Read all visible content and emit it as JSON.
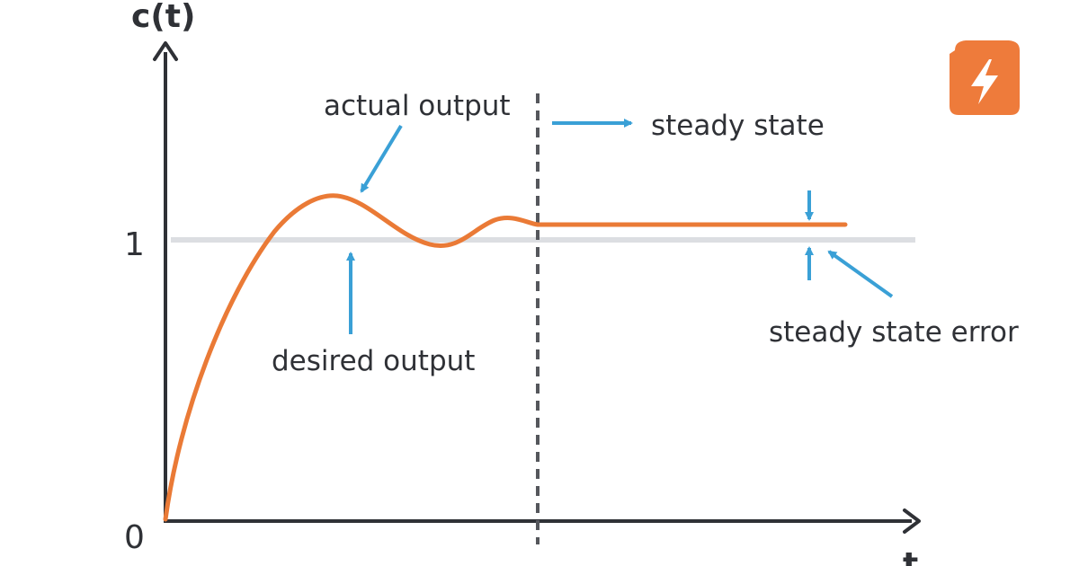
{
  "diagram": {
    "y_axis_label": "c(t)",
    "x_axis_label": "t",
    "tick_one": "1",
    "tick_zero": "0",
    "annotations": {
      "actual_output": "actual output",
      "desired_output": "desired output",
      "steady_state": "steady state",
      "steady_state_error": "steady state error"
    },
    "logo_icon": "lightning-bolt-icon",
    "colors": {
      "response_curve": "#ea7a36",
      "desired_line": "#dcdee2",
      "arrows": "#3aa0d6",
      "axes": "#2f3136",
      "logo": "#ee7b3b"
    }
  }
}
